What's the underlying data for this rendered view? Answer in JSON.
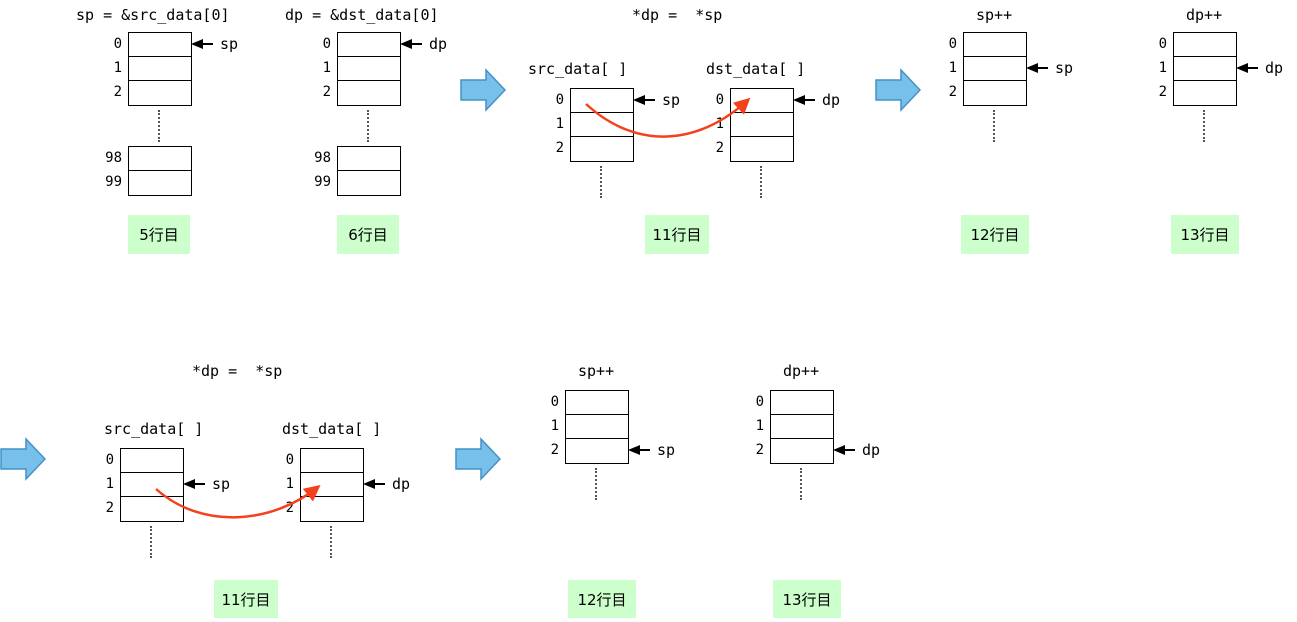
{
  "titles": {
    "assign_sp": "sp = &src_data[0]",
    "assign_dp": "dp = &dst_data[0]",
    "copy": "*dp =  *sp",
    "inc_sp": "sp++",
    "inc_dp": "dp++"
  },
  "arrays": {
    "src_label": "src_data[ ]",
    "dst_label": "dst_data[ ]"
  },
  "pointers": {
    "sp": "sp",
    "dp": "dp"
  },
  "indices": {
    "i0": "0",
    "i1": "1",
    "i2": "2",
    "i98": "98",
    "i99": "99"
  },
  "captions": {
    "line5": "5行目",
    "line6": "6行目",
    "line11": "11行目",
    "line12": "12行目",
    "line13": "13行目"
  },
  "colors": {
    "flow_arrow_fill": "#77C0EA",
    "flow_arrow_stroke": "#4590C6",
    "copy_arrow": "#F4401C",
    "caption_bg": "#CCFFCC"
  }
}
